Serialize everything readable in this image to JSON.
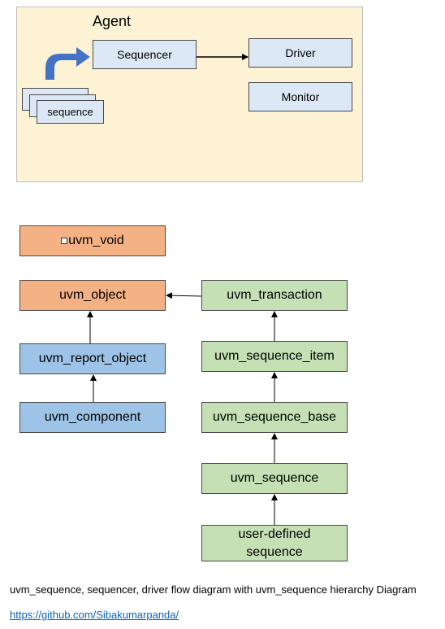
{
  "agent": {
    "title": "Agent",
    "sequencer": "Sequencer",
    "driver": "Driver",
    "monitor": "Monitor",
    "sequence": "sequence"
  },
  "hierarchy": {
    "uvm_void": "uvm_void",
    "uvm_object": "uvm_object",
    "uvm_report_object": "uvm_report_object",
    "uvm_component": "uvm_component",
    "uvm_transaction": "uvm_transaction",
    "uvm_sequence_item": "uvm_sequence_item",
    "uvm_sequence_base": "uvm_sequence_base",
    "uvm_sequence": "uvm_sequence",
    "user_defined_line1": "user-defined",
    "user_defined_line2": "sequence"
  },
  "caption": "uvm_sequence, sequencer, driver flow diagram with uvm_sequence hierarchy Diagram",
  "link": "https://github.com/Sibakumarpanda/",
  "colors": {
    "agent_bg": "#fdf2d4",
    "light_blue": "#dce8f5",
    "orange": "#f4b183",
    "blue": "#9dc3e6",
    "green": "#c5e0b4",
    "curved_arrow": "#4472c4",
    "link": "#0563c1"
  }
}
